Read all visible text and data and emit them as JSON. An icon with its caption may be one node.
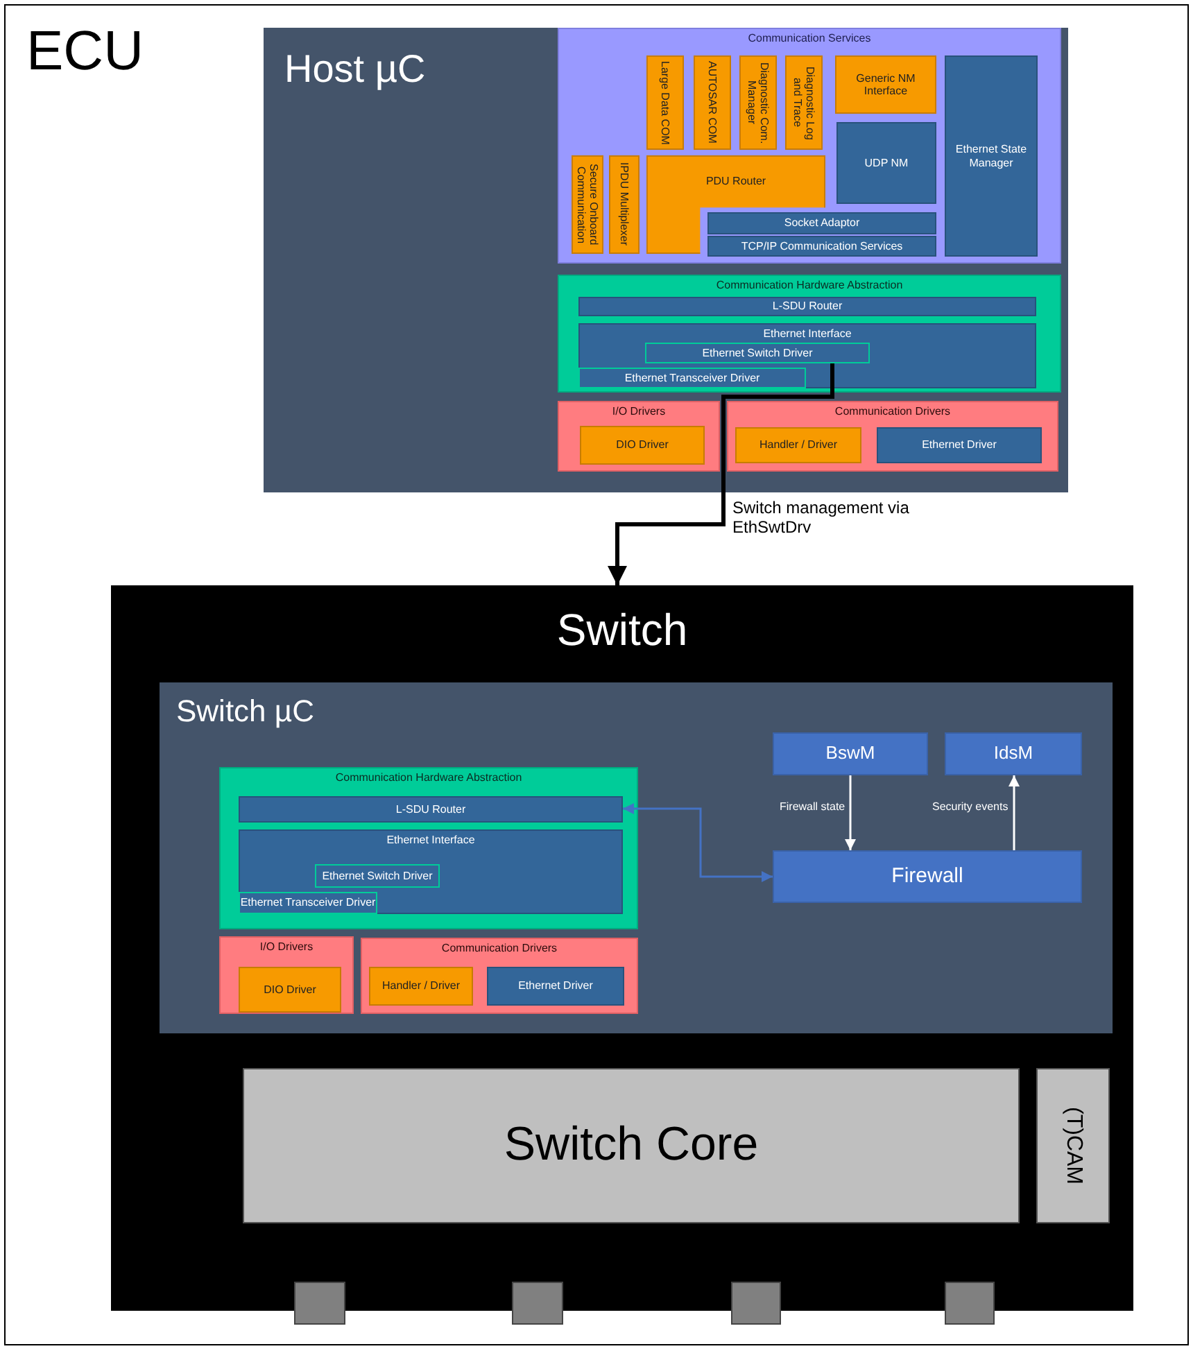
{
  "diagram": {
    "nodes": [
      {
        "text": [
          "ECU"
        ]
      },
      {
        "text": [
          "Host µC"
        ],
        "in": 0
      },
      {
        "text": [
          "Communication Services"
        ],
        "in": 1
      },
      {
        "text": [
          "Large Data COM"
        ],
        "in": 2
      },
      {
        "text": [
          "AUTOSAR COM"
        ],
        "in": 2
      },
      {
        "text": [
          "Diagnostic Com. Manager"
        ],
        "in": 2
      },
      {
        "text": [
          "Diagnostic Log and Trace"
        ],
        "in": 2
      },
      {
        "text": [
          "Generic NM Interface"
        ],
        "in": 2
      },
      {
        "text": [
          "Secure Onboard Communication"
        ],
        "in": 2
      },
      {
        "text": [
          "IPDU Multiplexer"
        ],
        "in": 2
      },
      {
        "text": [
          "PDU Router"
        ],
        "in": 2
      },
      {
        "text": [
          "UDP NM"
        ],
        "in": 2
      },
      {
        "text": [
          "Socket Adaptor"
        ],
        "in": 2
      },
      {
        "text": [
          "TCP/IP Communication Services"
        ],
        "in": 2
      },
      {
        "text": [
          "Ethernet State Manager"
        ],
        "in": 2
      },
      {
        "text": [
          "Communication Hardware Abstraction"
        ],
        "in": 1
      },
      {
        "text": [
          "L-SDU Router"
        ],
        "in": 15
      },
      {
        "text": [
          "Ethernet Interface"
        ],
        "in": 15
      },
      {
        "text": [
          "Ethernet Switch Driver"
        ],
        "in": 17
      },
      {
        "text": [
          "Ethernet Transceiver Driver"
        ],
        "in": 17
      },
      {
        "text": [
          "I/O Drivers"
        ],
        "in": 1
      },
      {
        "text": [
          "DIO Driver"
        ],
        "in": 20
      },
      {
        "text": [
          "Communication Drivers"
        ],
        "in": 1
      },
      {
        "text": [
          "Handler / Driver"
        ],
        "in": 22
      },
      {
        "text": [
          "Ethernet Driver"
        ],
        "in": 22
      },
      {
        "text": [
          "Switch"
        ],
        "in": 0
      },
      {
        "text": [
          "Switch µC"
        ],
        "in": 25
      },
      {
        "text": [
          "Communication Hardware Abstraction"
        ],
        "in": 26
      },
      {
        "text": [
          "L-SDU Router"
        ],
        "in": 27
      },
      {
        "text": [
          "Ethernet Interface"
        ],
        "in": 27
      },
      {
        "text": [
          "Ethernet Switch Driver"
        ],
        "in": 29
      },
      {
        "text": [
          "Ethernet Transceiver Driver"
        ],
        "in": 29
      },
      {
        "text": [
          "I/O Drivers"
        ],
        "in": 26
      },
      {
        "text": [
          "DIO Driver"
        ],
        "in": 32
      },
      {
        "text": [
          "Communication Drivers"
        ],
        "in": 26
      },
      {
        "text": [
          "Handler / Driver"
        ],
        "in": 34
      },
      {
        "text": [
          "Ethernet Driver"
        ],
        "in": 34
      },
      {
        "text": [
          "BswM"
        ],
        "in": 26
      },
      {
        "text": [
          "IdsM"
        ],
        "in": 26
      },
      {
        "text": [
          "Firewall"
        ],
        "in": 26
      },
      {
        "text": [
          "Switch Core"
        ],
        "in": 25
      },
      {
        "text": [
          "(T)CAM"
        ],
        "in": 25
      },
      {
        "text": [],
        "shape": "box",
        "in": 0
      },
      {
        "text": [],
        "shape": "box",
        "in": 0
      },
      {
        "text": [],
        "shape": "box",
        "in": 0
      },
      {
        "text": [],
        "shape": "box",
        "in": 0
      }
    ],
    "edges": [
      {
        "from": 18,
        "to": 25,
        "arrow": "to",
        "label": "Switch management via EthSwtDrv",
        "style": "thick",
        "color": "#000000"
      },
      {
        "from": 39,
        "to": 28,
        "arrow": "both",
        "color": "#4472c4"
      },
      {
        "from": 37,
        "to": 39,
        "arrow": "to",
        "label": "Firewall state",
        "color": "#ffffff"
      },
      {
        "from": 39,
        "to": 38,
        "arrow": "to",
        "label": "Security events",
        "color": "#ffffff"
      }
    ]
  }
}
